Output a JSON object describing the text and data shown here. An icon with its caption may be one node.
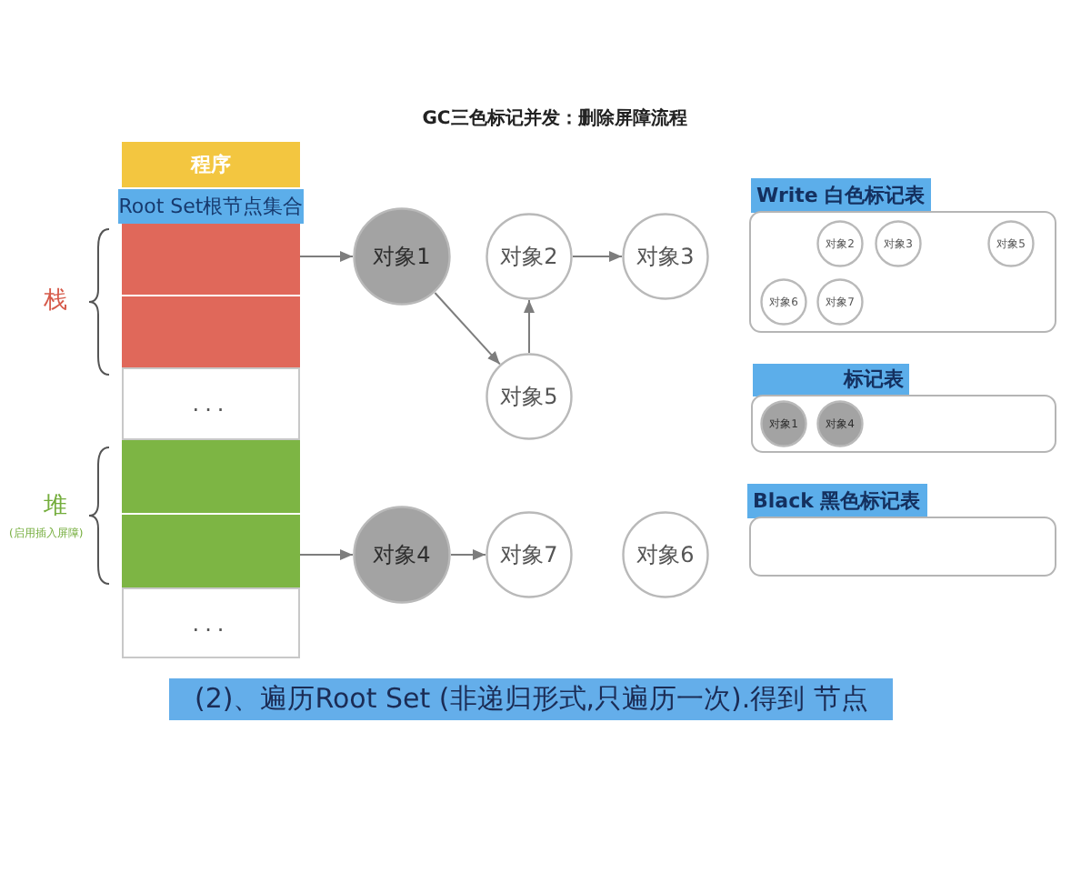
{
  "diagram": {
    "title": "GC三色标记并发：删除屏障流程",
    "caption": "(2)、遍历Root Set (非递归形式,只遍历一次).得到 节点",
    "nodes": [
      {
        "text": [
          "程序"
        ]
      },
      {
        "text": [
          "Root Set根节点集合"
        ]
      },
      {
        "text": [],
        "shape": "box"
      },
      {
        "text": [],
        "shape": "box"
      },
      {
        "text": [
          "..."
        ]
      },
      {
        "text": [],
        "shape": "box"
      },
      {
        "text": [],
        "shape": "box"
      },
      {
        "text": [
          "..."
        ]
      },
      {
        "text": [
          "对象1"
        ]
      },
      {
        "text": [
          "对象2"
        ]
      },
      {
        "text": [
          "对象3"
        ]
      },
      {
        "text": [
          "对象5"
        ]
      },
      {
        "text": [
          "对象4"
        ]
      },
      {
        "text": [
          "对象7"
        ]
      },
      {
        "text": [
          "对象6"
        ]
      },
      {
        "text": [
          "Write 白色标记表"
        ]
      },
      {
        "text": [
          "对象2"
        ],
        "in": 15
      },
      {
        "text": [
          "对象3"
        ],
        "in": 15
      },
      {
        "text": [
          "对象5"
        ],
        "in": 15
      },
      {
        "text": [
          "对象6"
        ],
        "in": 15
      },
      {
        "text": [
          "对象7"
        ],
        "in": 15
      },
      {
        "text": [
          "标记表"
        ]
      },
      {
        "text": [
          "对象1"
        ],
        "in": 21
      },
      {
        "text": [
          "对象4"
        ],
        "in": 21
      },
      {
        "text": [
          "Black 黑色标记表"
        ]
      }
    ],
    "edges": [
      {
        "from": 2,
        "to": 8,
        "arrow": "to"
      },
      {
        "from": 6,
        "to": 12,
        "arrow": "to"
      },
      {
        "from": 8,
        "to": 11,
        "arrow": "to"
      },
      {
        "from": 11,
        "to": 9,
        "arrow": "to"
      },
      {
        "from": 9,
        "to": 10,
        "arrow": "to"
      },
      {
        "from": 12,
        "to": 13,
        "arrow": "to"
      }
    ],
    "labels": [
      "栈",
      "堆",
      "(启用插入屏障)"
    ]
  }
}
